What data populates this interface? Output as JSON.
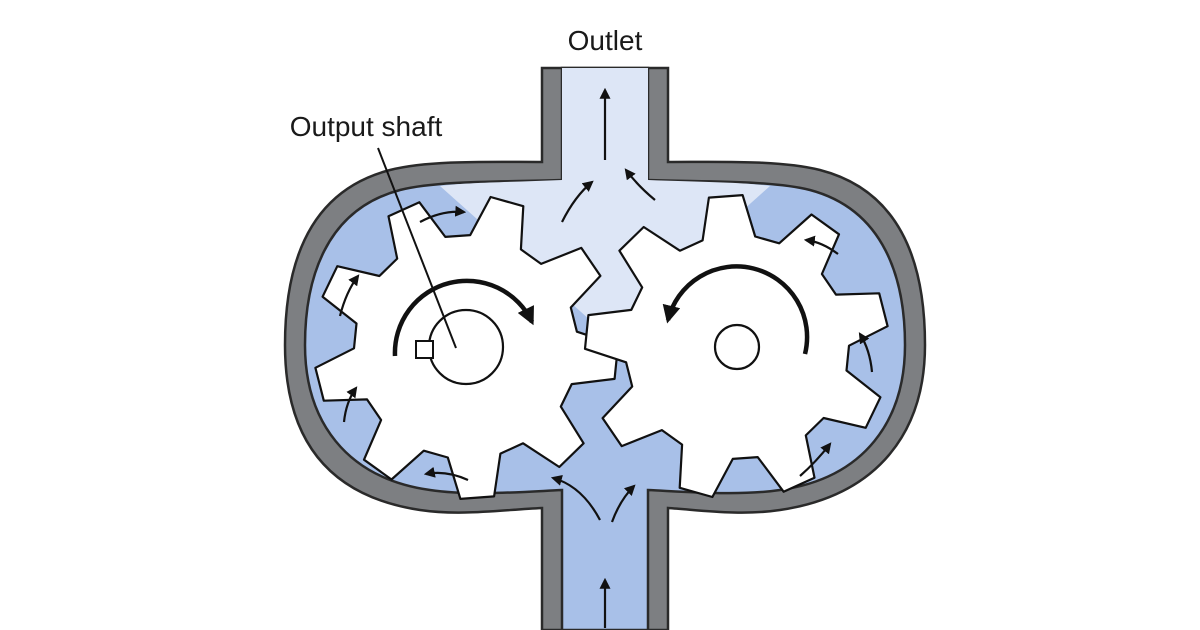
{
  "labels": {
    "outlet": "Outlet",
    "output_shaft": "Output shaft"
  },
  "colors": {
    "casing": "#7d7f82",
    "casing_outline": "#2a2a2a",
    "fluid_dark": "#a8c0e8",
    "fluid_light": "#dde6f6",
    "gear_fill": "#ffffff",
    "stroke": "#111111"
  },
  "gears": [
    {
      "id": "drive-gear",
      "teeth": 9,
      "rotation": "clockwise"
    },
    {
      "id": "driven-gear",
      "teeth": 9,
      "rotation": "counterclockwise"
    }
  ]
}
